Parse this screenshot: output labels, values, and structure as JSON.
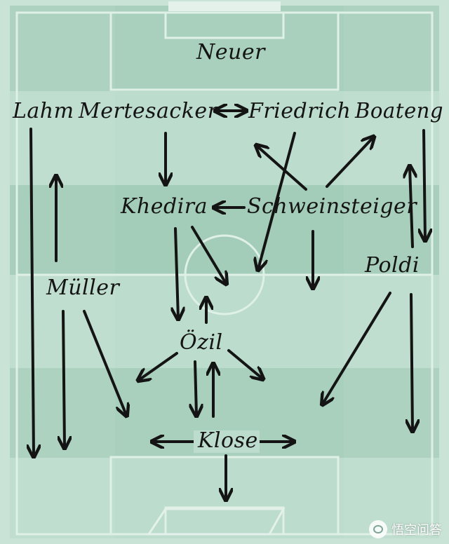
{
  "players": {
    "neuer": "Neuer",
    "lahm": "Lahm",
    "mertesacker": "Mertesacker",
    "friedrich": "Friedrich",
    "boateng": "Boateng",
    "khedira": "Khedira",
    "schweinsteiger": "Schweinsteiger",
    "muller": "Müller",
    "poldi": "Poldi",
    "ozil": "Özil",
    "klose": "Klose"
  },
  "watermark": "悟空问答",
  "colors": {
    "pitch_light": "#bcdccd",
    "pitch_dark": "#9fcab5",
    "line": "#dff0e7",
    "ink": "#141414"
  }
}
